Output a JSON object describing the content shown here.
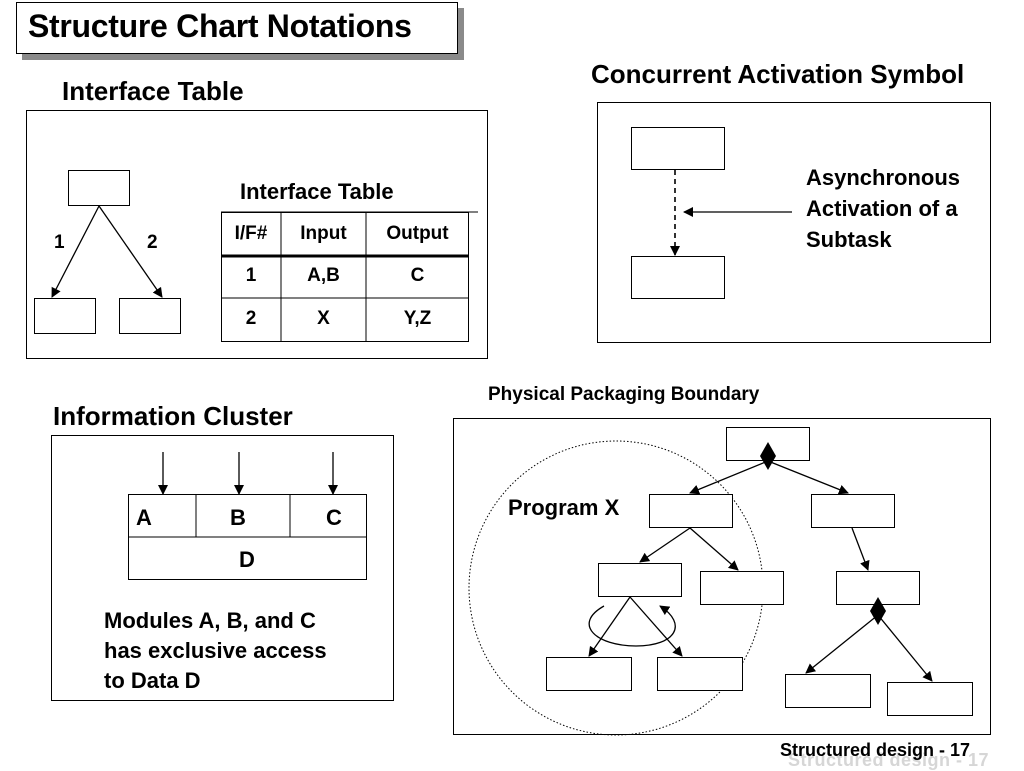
{
  "slide": {
    "title": "Structure Chart Notations",
    "footer": "Structured design - 17"
  },
  "interface_table_section": {
    "heading": "Interface Table",
    "chart_edge_labels": [
      "1",
      "2"
    ],
    "table_title": "Interface Table",
    "columns": [
      "I/F#",
      "Input",
      "Output"
    ],
    "rows": [
      [
        "1",
        "A,B",
        "C"
      ],
      [
        "2",
        "X",
        "Y,Z"
      ]
    ]
  },
  "concurrent_section": {
    "heading": "Concurrent Activation Symbol",
    "annotation_lines": [
      "Asynchronous",
      "Activation of a",
      "Subtask"
    ]
  },
  "information_cluster_section": {
    "heading": "Information Cluster",
    "modules": [
      "A",
      "B",
      "C"
    ],
    "data": "D",
    "note_lines": [
      "Modules A, B, and C",
      "has exclusive access",
      "to Data D"
    ]
  },
  "packaging_section": {
    "heading": "Physical Packaging Boundary",
    "program_label": "Program X"
  }
}
